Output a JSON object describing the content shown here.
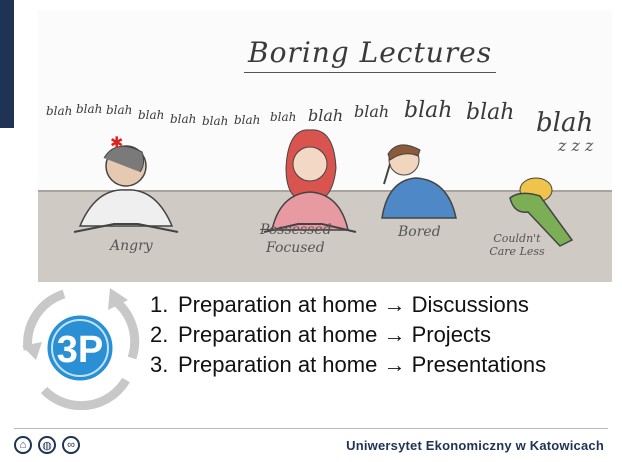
{
  "slide": {
    "illustration": {
      "title": "Boring Lectures",
      "blah_word": "blah",
      "people": [
        {
          "label": "Angry"
        },
        {
          "label_struck": "Possessed",
          "label": "Focused"
        },
        {
          "label": "Bored"
        },
        {
          "label": "Couldn't Care Less"
        }
      ],
      "zzz": "z z z"
    },
    "list": [
      {
        "num": "1.",
        "text": "Preparation at home → Discussions"
      },
      {
        "num": "2.",
        "text": "Preparation at home → Projects"
      },
      {
        "num": "3.",
        "text": "Preparation at home → Presentations"
      }
    ],
    "logo_text": "3P",
    "footer": {
      "icons": [
        "home-icon",
        "globe-icon",
        "infinity-icon"
      ],
      "university": "Uniwersytet Ekonomiczny w Katowicach"
    },
    "colors": {
      "navy": "#1f3354",
      "logo_blue": "#2a8fd4"
    }
  }
}
